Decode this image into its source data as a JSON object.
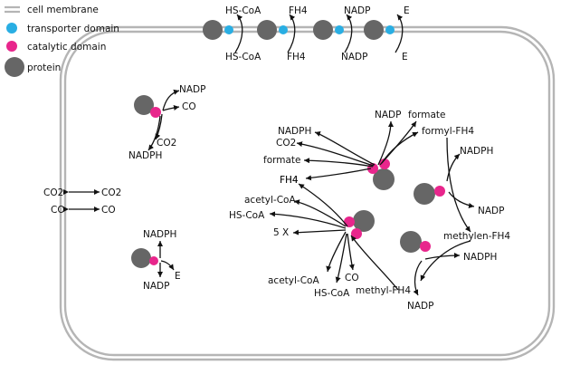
{
  "colors": {
    "membrane": "#b5b5b5",
    "transporter": "#29aee3",
    "catalytic": "#e8268c",
    "protein": "#666666",
    "arrow": "#111111"
  },
  "legend": {
    "membrane": "cell membrane",
    "transporter": "transporter domain",
    "catalytic": "catalytic domain",
    "protein": "protein"
  },
  "transporters": [
    {
      "in_label": "HS-CoA",
      "out_label": "HS-CoA"
    },
    {
      "in_label": "FH4",
      "out_label": "FH4"
    },
    {
      "in_label": "NADP",
      "out_label": "NADP"
    },
    {
      "in_label": "E",
      "out_label": "E"
    }
  ],
  "diffusion": [
    {
      "left": "CO2",
      "right": "CO2"
    },
    {
      "left": "CO",
      "right": "CO"
    }
  ],
  "enzymes": {
    "co_dehydrogenase": {
      "nadp": "NADP",
      "co": "CO",
      "co2": "CO2",
      "nadph": "NADPH"
    },
    "e_reductase": {
      "nadph": "NADPH",
      "nadp": "NADP",
      "e": "E"
    },
    "formate_complex": {
      "nadp": "NADP",
      "formate_top": "formate",
      "nadph": "NADPH",
      "co2": "CO2",
      "formate": "formate",
      "formyl_fh4": "formyl-FH4",
      "fh4": "FH4"
    },
    "cyclohydrolase": {
      "nadph": "NADPH",
      "nadp": "NADP"
    },
    "acetyl_coa_synthase": {
      "fh4": "FH4",
      "acetyl_coa_left": "acetyl-CoA",
      "hs_coa_left": "HS-CoA",
      "five_x": "5 X",
      "acetyl_coa_bottom": "acetyl-CoA",
      "hs_coa_bottom": "HS-CoA",
      "co": "CO",
      "methyl_fh4": "methyl-FH4"
    },
    "methylene_reductase": {
      "methylen_fh4": "methylen-FH4",
      "nadph": "NADPH",
      "nadp": "NADP"
    }
  }
}
